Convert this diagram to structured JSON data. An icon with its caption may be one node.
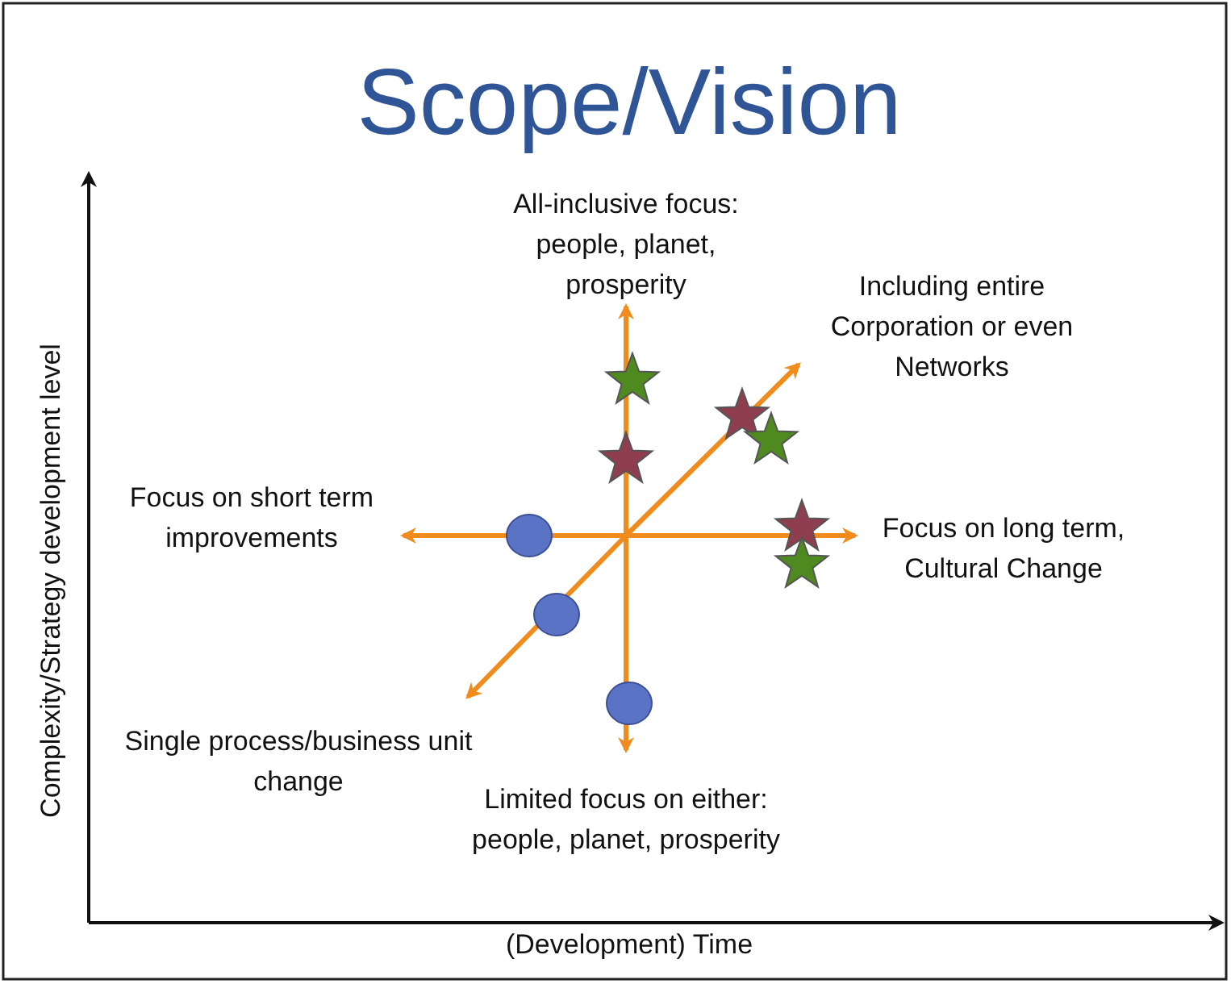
{
  "diagram": {
    "title": "Scope/Vision",
    "nodes": [
      {
        "text": [
          "All-inclusive focus: people, planet, prosperity"
        ]
      },
      {
        "text": [
          "Including entire Corporation or even Networks"
        ]
      },
      {
        "text": [
          "Focus on short term improvements"
        ]
      },
      {
        "text": [
          "Focus on long term, Cultural Change"
        ]
      },
      {
        "text": [
          "Single process/business unit change"
        ]
      },
      {
        "text": [
          "Limited focus on either: people, planet, prosperity"
        ]
      }
    ],
    "edges": [
      {
        "from": null,
        "to": 0,
        "arrow": "to"
      },
      {
        "from": null,
        "to": 1,
        "arrow": "to"
      },
      {
        "from": null,
        "to": 2,
        "arrow": "to"
      },
      {
        "from": null,
        "to": 3,
        "arrow": "to"
      },
      {
        "from": null,
        "to": 4,
        "arrow": "to"
      },
      {
        "from": null,
        "to": 5,
        "arrow": "to"
      }
    ],
    "labels": [
      "Complexity/Strategy development level",
      "(Development) Time"
    ]
  }
}
